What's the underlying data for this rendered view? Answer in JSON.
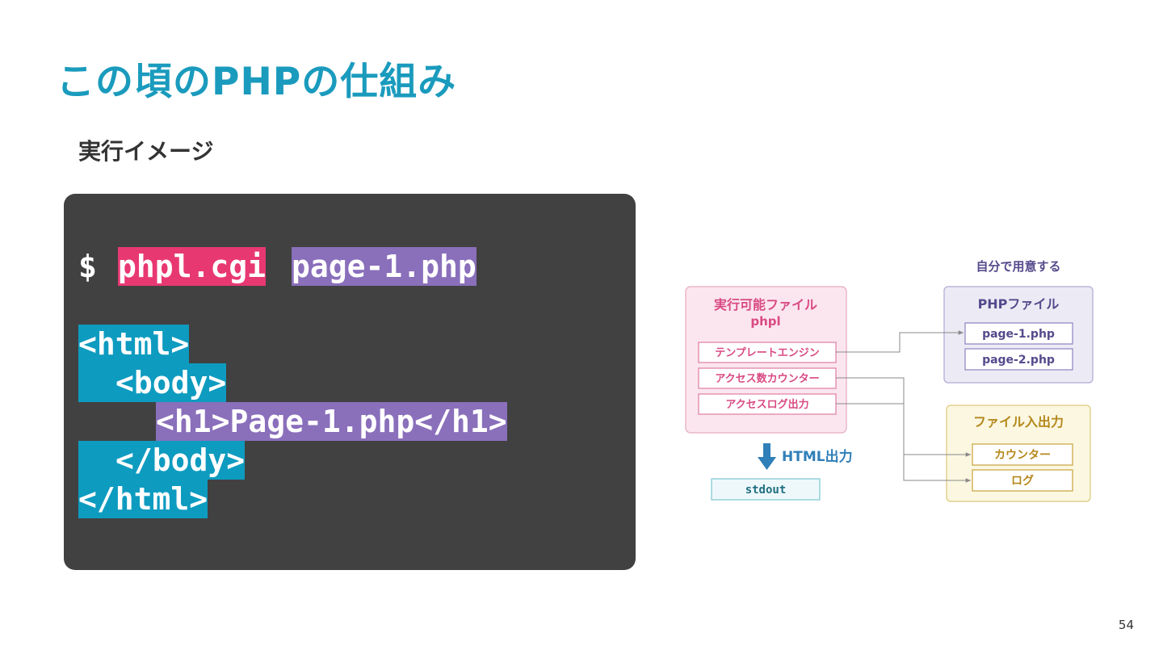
{
  "slide": {
    "title": "この頃のPHPの仕組み",
    "subtitle": "実行イメージ",
    "page_number": "54"
  },
  "terminal": {
    "prompt": "$",
    "command": "phpl.cgi",
    "argument": "page-1.php",
    "output_lines": [
      "<html>",
      "<body>",
      "<h1>Page-1.php</h1>",
      "</body>",
      "</html>"
    ]
  },
  "diagram": {
    "executable": {
      "title": "実行可能ファイル",
      "name": "phpl",
      "modules": [
        "テンプレートエンジン",
        "アクセス数カウンター",
        "アクセスログ出力"
      ]
    },
    "output": {
      "label": "HTML出力",
      "target": "stdout"
    },
    "user_prepared": {
      "caption": "自分で用意する",
      "title": "PHPファイル",
      "files": [
        "page-1.php",
        "page-2.php"
      ]
    },
    "file_io": {
      "title": "ファイル入出力",
      "items": [
        "カウンター",
        "ログ"
      ]
    },
    "colors": {
      "executable": "#d94a83",
      "php_files": "#554a8c",
      "file_io": "#b5881c",
      "output": "#2f7fb8",
      "stdout": "#1f6f80"
    }
  }
}
